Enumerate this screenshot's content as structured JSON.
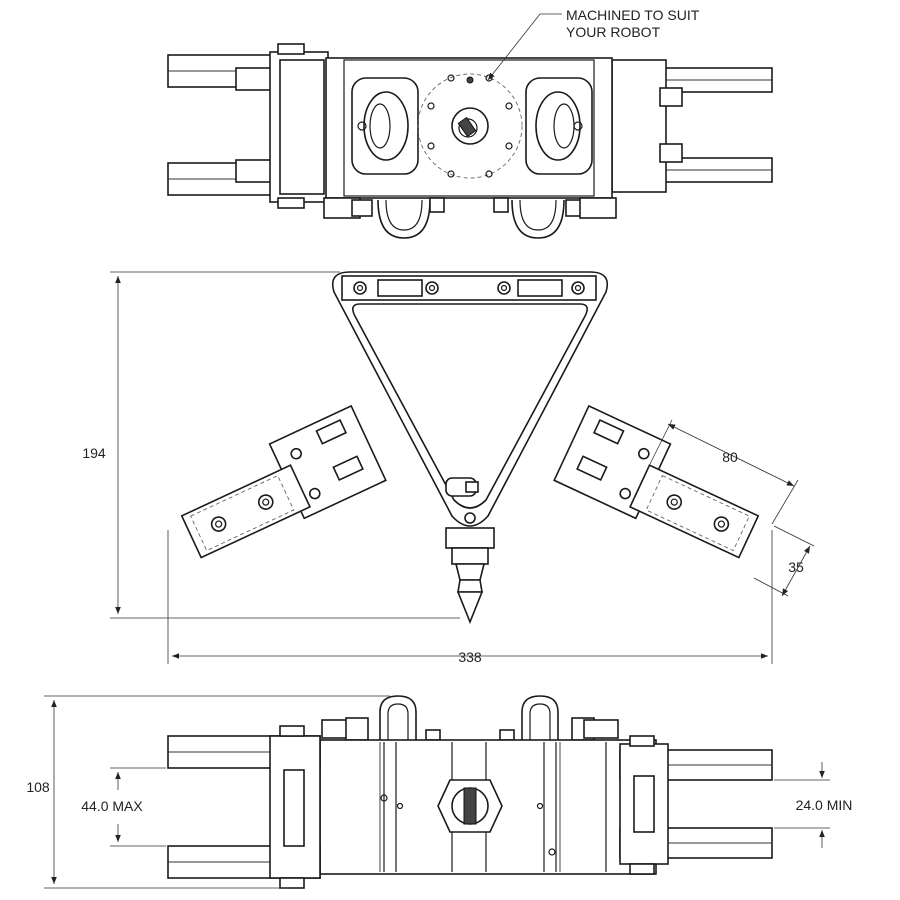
{
  "callout": {
    "line1": "MACHINED TO SUIT",
    "line2": "YOUR ROBOT"
  },
  "dimensions": {
    "height_front": "194",
    "width_overall": "338",
    "finger_length": "80",
    "finger_width": "35",
    "height_side": "108",
    "opening_max": "44.0 MAX",
    "opening_min": "24.0 MIN"
  }
}
